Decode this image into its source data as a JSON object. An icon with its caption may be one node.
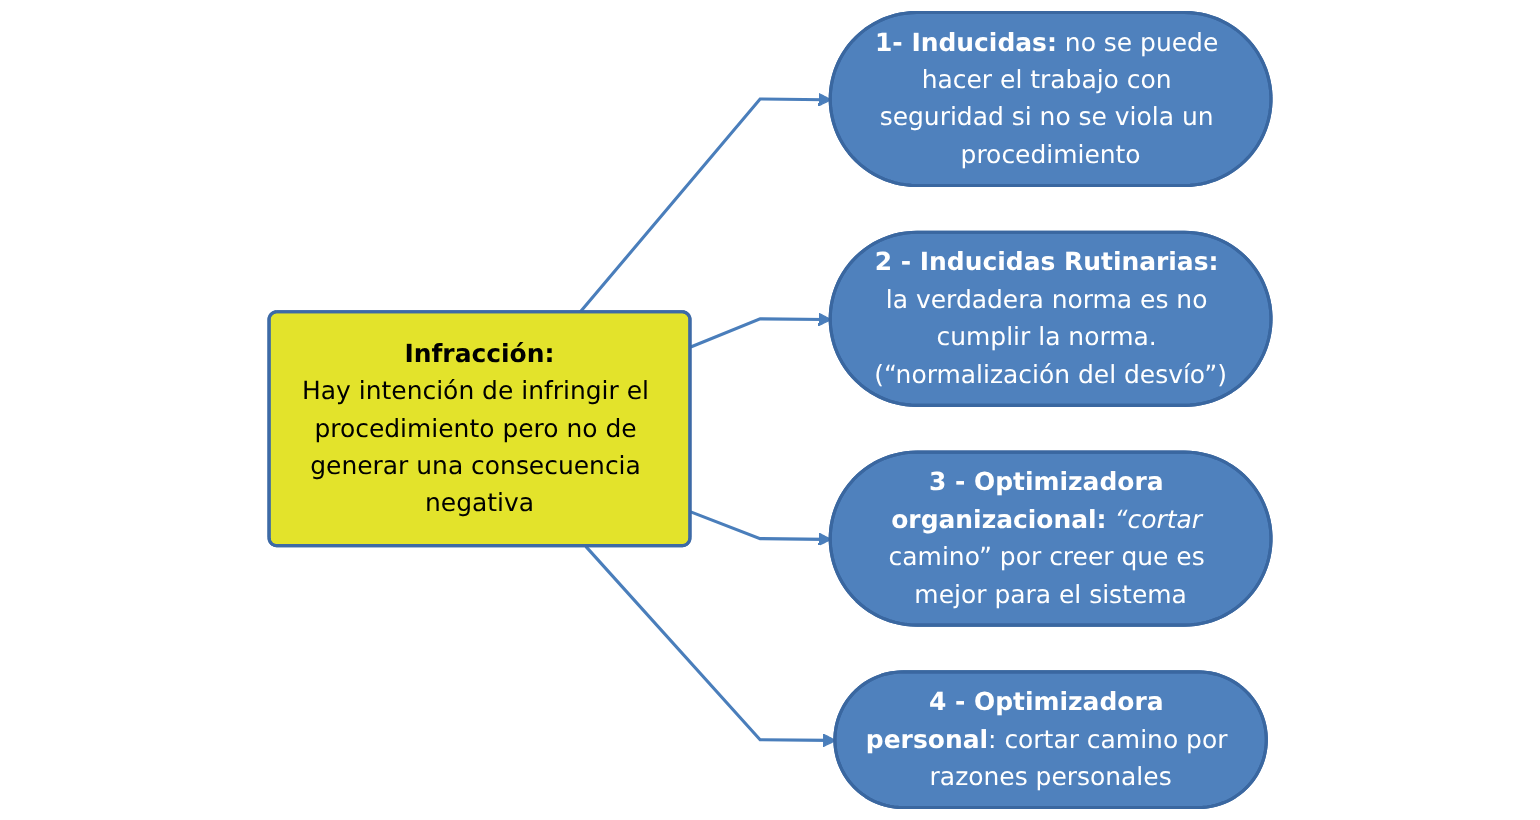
{
  "diagram": {
    "nodes": [
      {
        "text": [
          "Infracción:",
          "Hay intención de infringir el procedimiento pero no de generar una consecuencia negativa"
        ]
      },
      {
        "text": [
          "**1- Inducidas:** no se puede hacer el trabajo con seguridad si no se viola un procedimiento"
        ]
      },
      {
        "text": [
          "**2 - Inducidas Rutinarias:** la verdadera norma es no cumplir la norma. (“normalización del desvío”)"
        ]
      },
      {
        "text": [
          "**4 - Optimizadora personal**: cortar camino por razones personales"
        ]
      },
      {
        "text": [
          "**3 - Optimizadora organizacional:** *“cortar* camino” por creer que es mejor para el sistema"
        ]
      }
    ],
    "edges": [
      {
        "from": 0,
        "to": 1,
        "arrow": "to"
      },
      {
        "from": 0,
        "to": 2,
        "arrow": "to"
      },
      {
        "from": 0,
        "to": 4,
        "arrow": "to"
      },
      {
        "from": 0,
        "to": 3,
        "arrow": "to"
      }
    ]
  }
}
